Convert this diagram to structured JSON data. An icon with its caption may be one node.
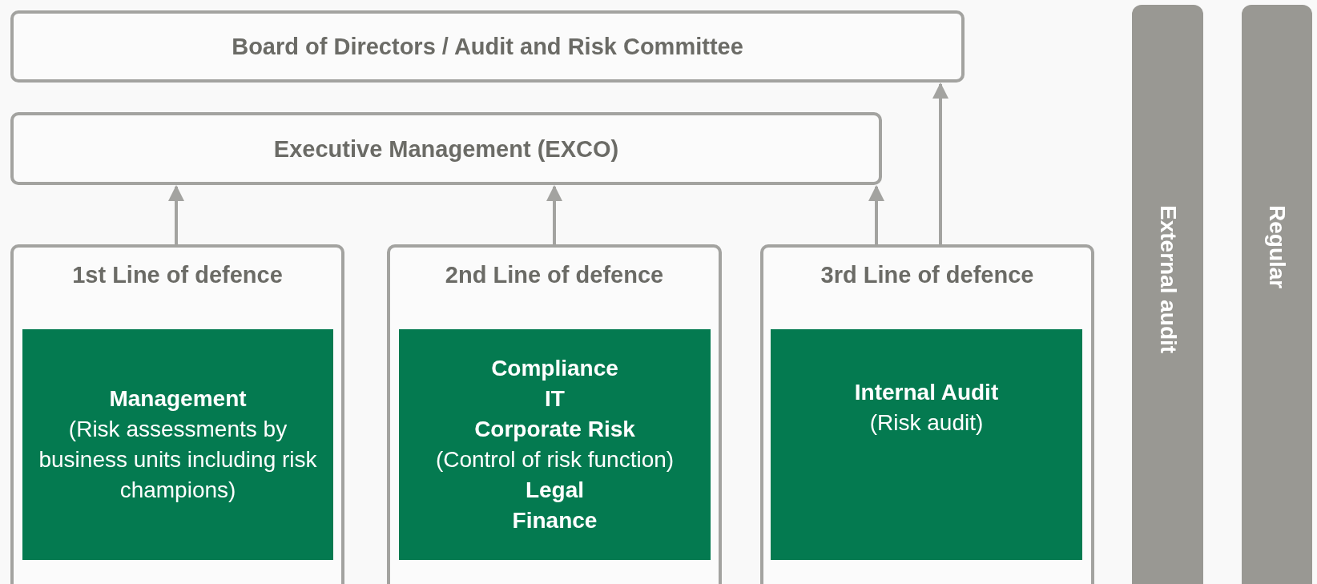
{
  "diagram": {
    "nodes": [
      {
        "text": [
          "Board of Directors / Audit and Risk Committee"
        ]
      },
      {
        "text": [
          "Executive Management (EXCO)"
        ]
      },
      {
        "text": [
          "1st Line of defence"
        ]
      },
      {
        "text": [
          "Management",
          "(Risk assessments by business units including risk champions)"
        ],
        "in": 2
      },
      {
        "text": [
          "2nd Line of defence"
        ]
      },
      {
        "text": [
          "Compliance",
          "IT",
          "Corporate Risk",
          "(Control of risk function)",
          "Legal",
          "Finance"
        ],
        "in": 4
      },
      {
        "text": [
          "3rd Line of defence"
        ]
      },
      {
        "text": [
          "Internal Audit",
          "(Risk audit)"
        ],
        "in": 6
      },
      {
        "text": [
          "External audit"
        ]
      },
      {
        "text": [
          "Regular"
        ]
      }
    ],
    "edges": [
      {
        "from": 2,
        "to": 1,
        "arrow": "to"
      },
      {
        "from": 4,
        "to": 1,
        "arrow": "to"
      },
      {
        "from": 6,
        "to": 1,
        "arrow": "to"
      },
      {
        "from": 6,
        "to": 0,
        "arrow": "to"
      }
    ]
  }
}
